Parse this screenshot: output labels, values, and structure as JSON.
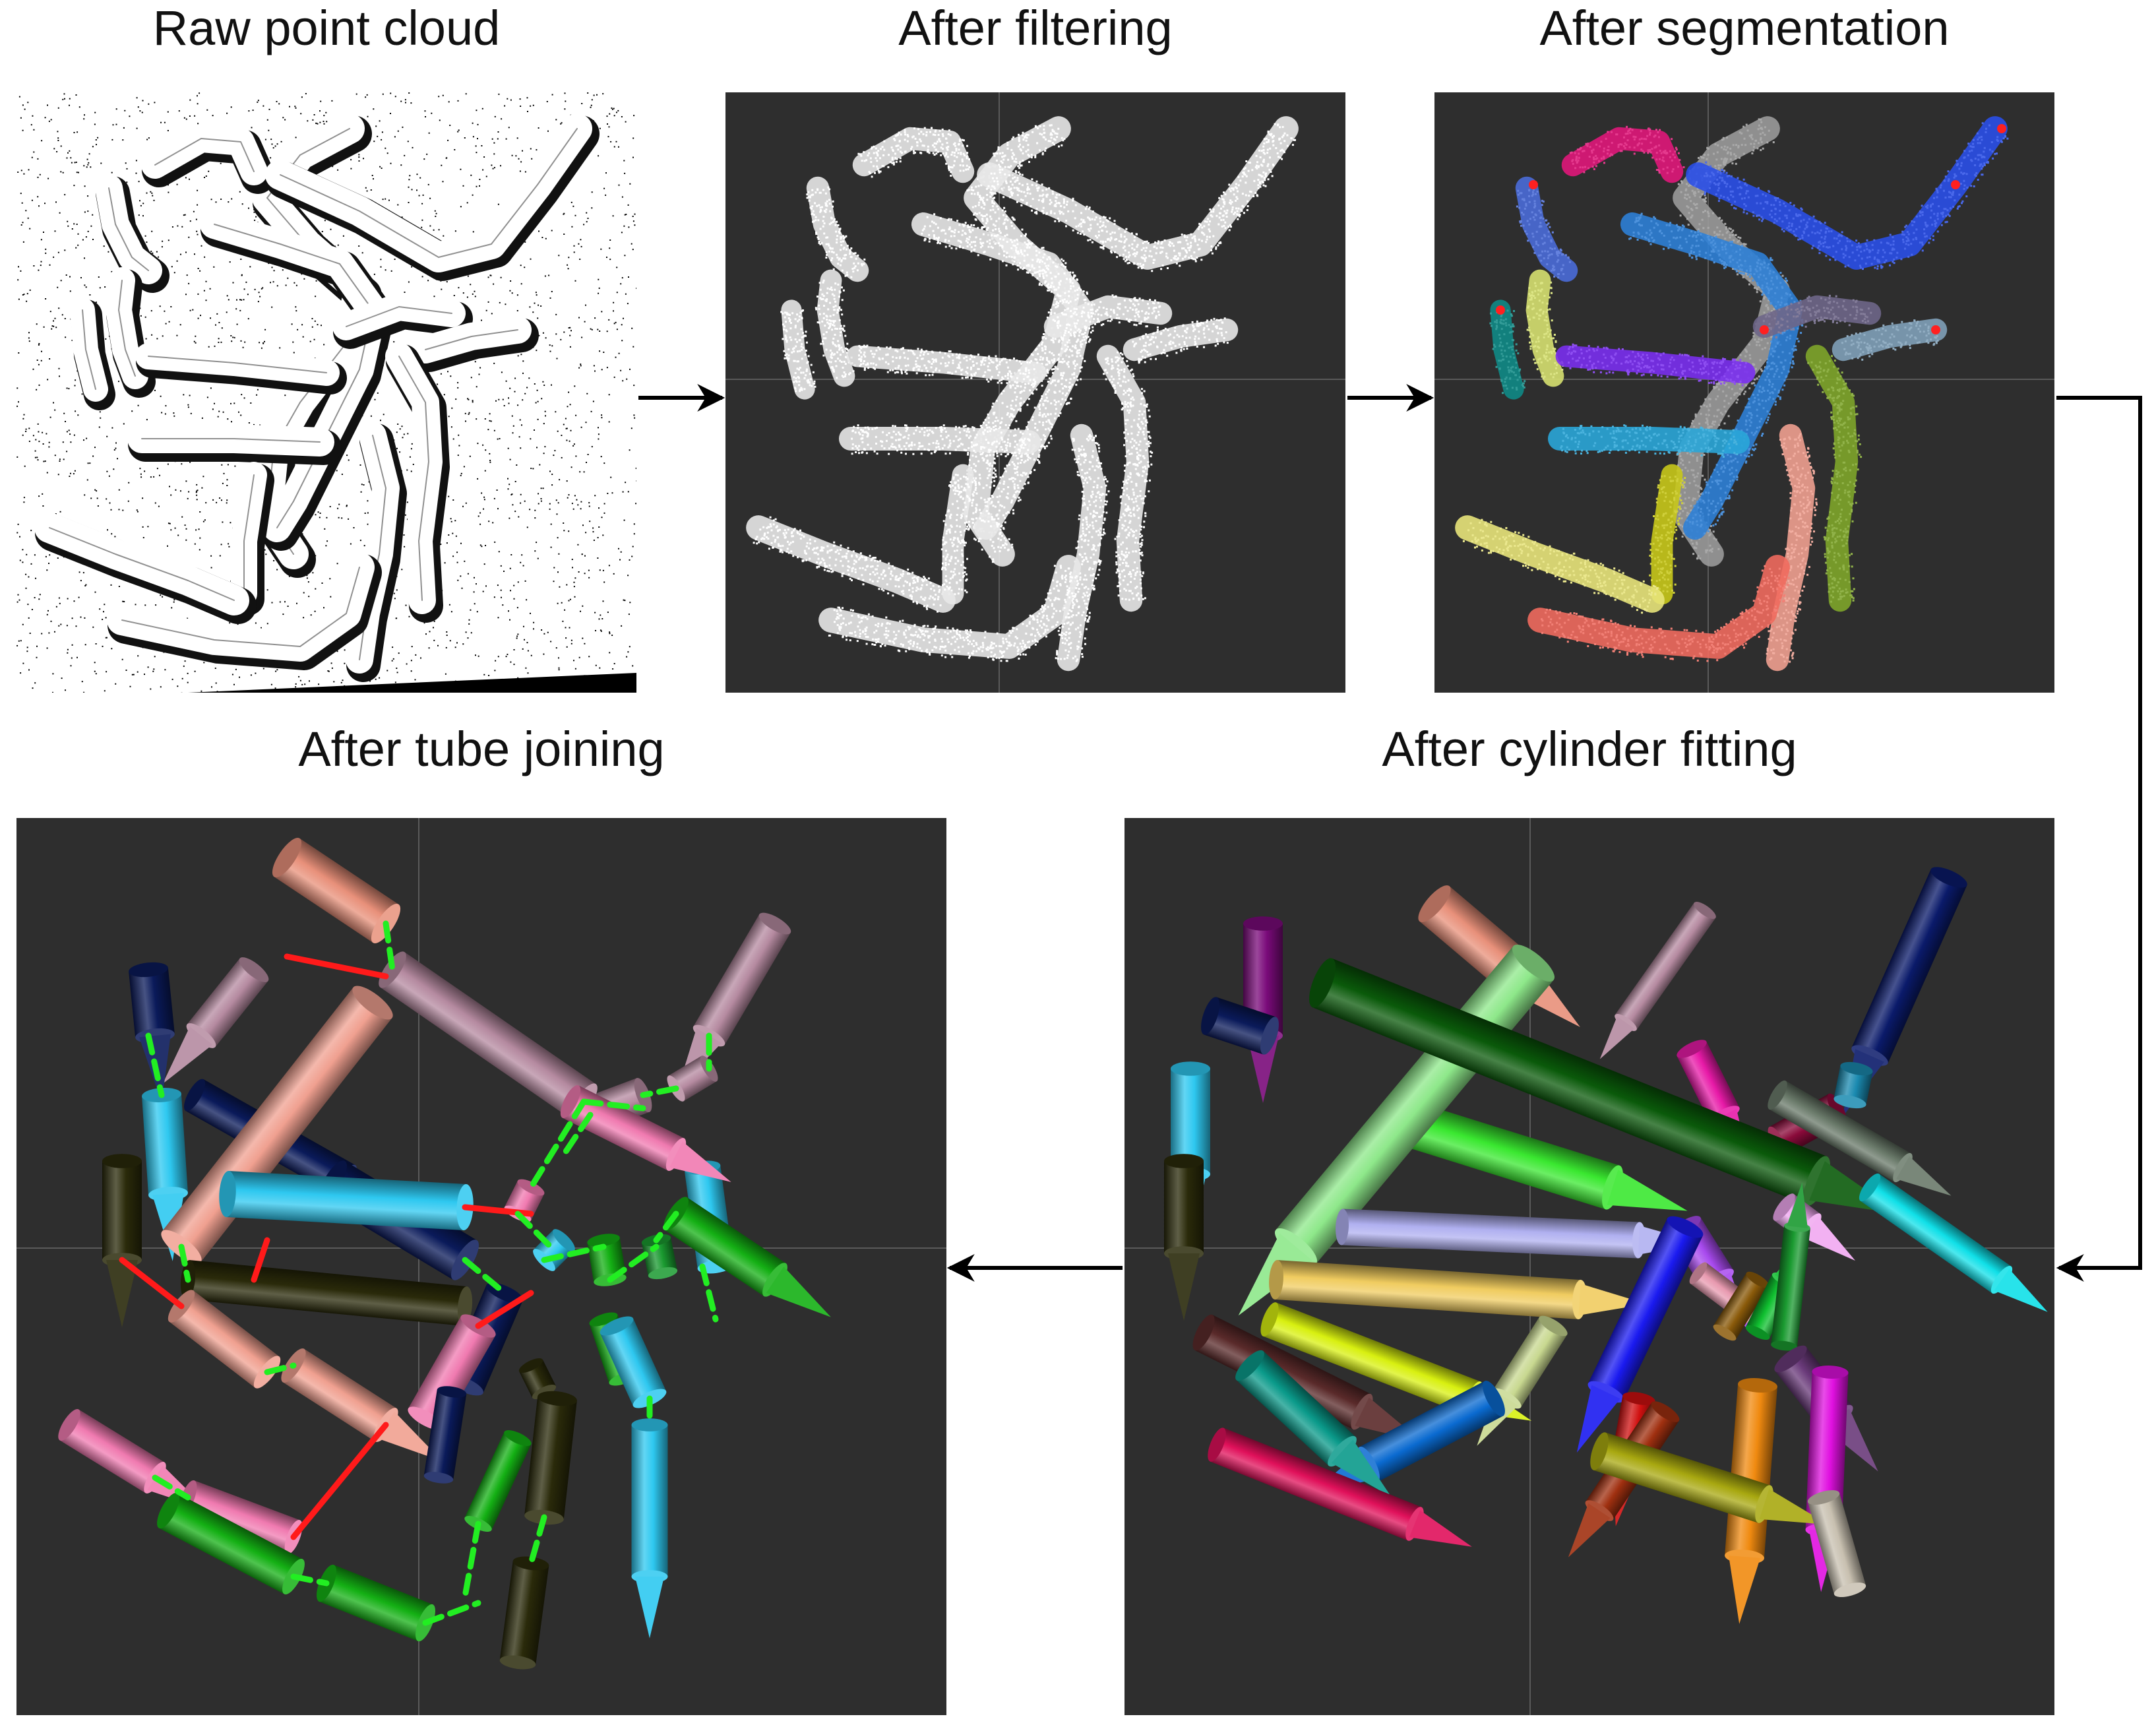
{
  "colors": {
    "panel_bg": "#2e2e2e",
    "raw_bg": "#ffffff",
    "grid": "#5a5a5a",
    "arrow": "#000000",
    "join_ok": "#22ee22",
    "join_bad": "#ff1a1a"
  },
  "panels": [
    {
      "id": "raw",
      "title": "Raw point cloud"
    },
    {
      "id": "filtered",
      "title": "After filtering"
    },
    {
      "id": "segmented",
      "title": "After segmentation"
    },
    {
      "id": "cylinders",
      "title": "After cylinder fitting"
    },
    {
      "id": "joined",
      "title": "After tube joining"
    }
  ]
}
